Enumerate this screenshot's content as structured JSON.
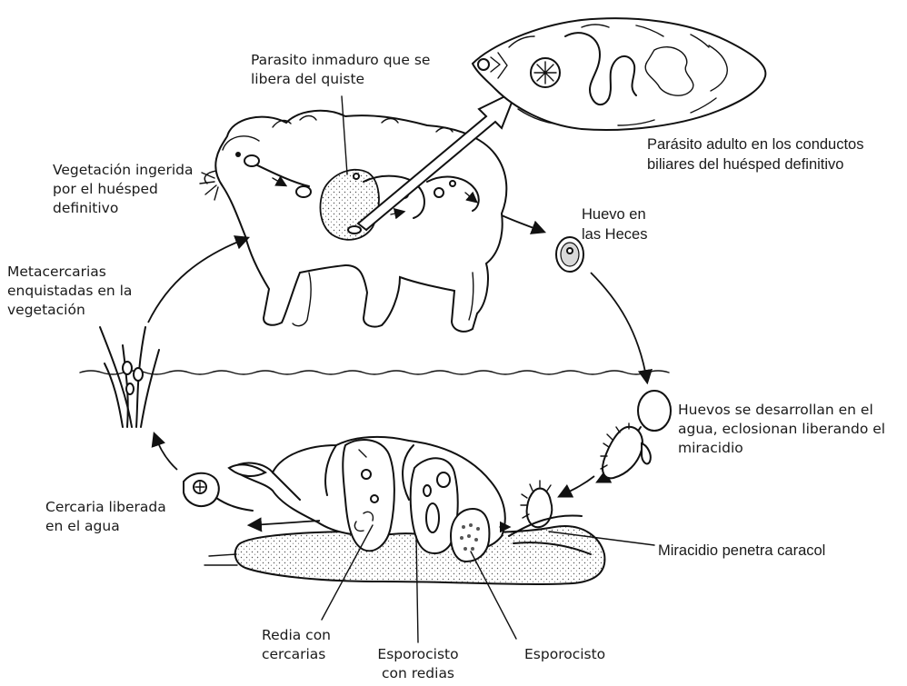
{
  "labels": {
    "inmature_parasite": "Parasito inmaduro que se\nlibera del quiste",
    "adult_parasite": "Parásito adulto en los conductos\nbiliares del huésped definitivo",
    "ingested_vegetation": "Vegetación ingerida\npor el huésped\ndefinitivo",
    "egg_in_feces": "Huevo en\nlas Heces",
    "metacercariae": "Metacercarias\nenquistadas en la\nvegetación",
    "eggs_in_water": "Huevos se desarrollan en el\nagua, eclosionan liberando el\nmiracidio",
    "cercaria_released": "Cercaria liberada\nen el agua",
    "miracidium_penetrates": "Miracidio penetra caracol",
    "redia_with_cercariae": "Redia con\ncercarias",
    "sporocyst_with_rediae": "Esporocisto\ncon redias",
    "sporocyst": "Esporocisto"
  },
  "colors": {
    "ink": "#111111",
    "background": "#ffffff",
    "shading": "#d9d9d9"
  }
}
